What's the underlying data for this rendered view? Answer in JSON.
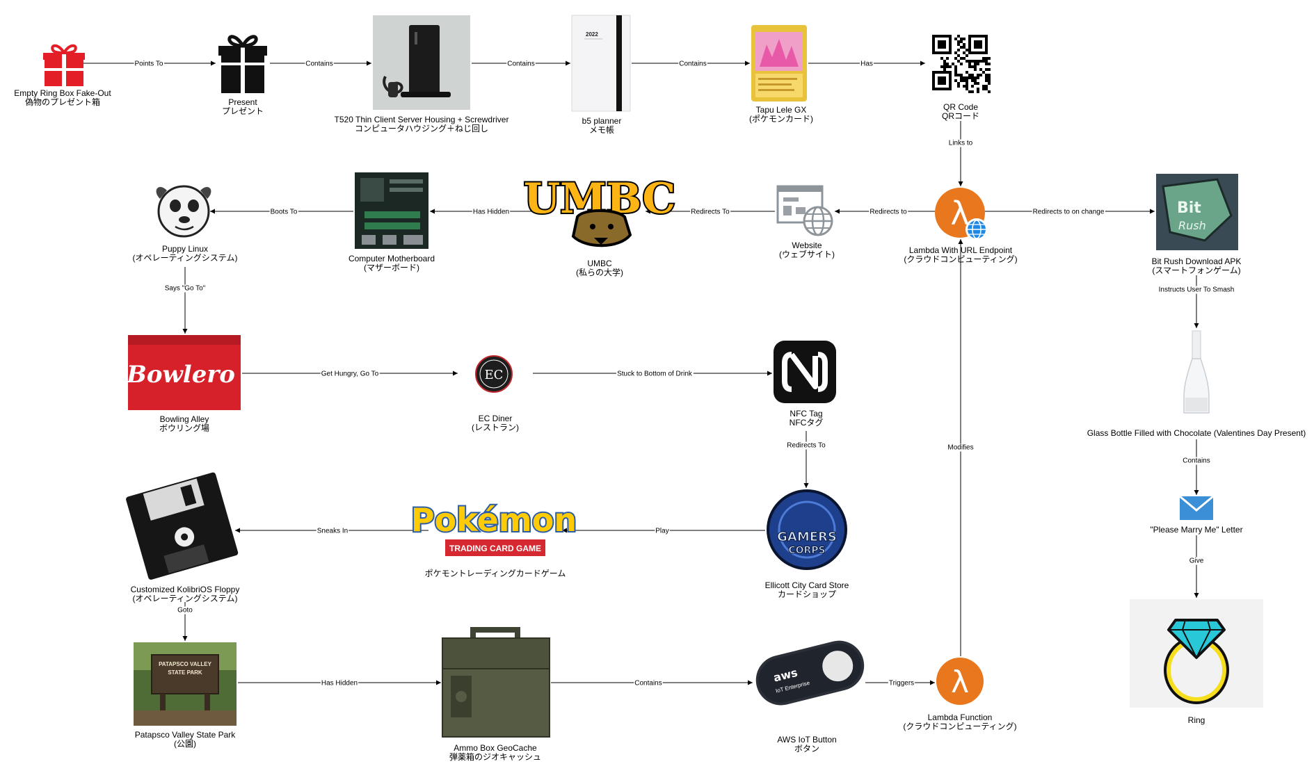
{
  "nodes": {
    "giftbox": {
      "label1": "Empty Ring Box Fake-Out",
      "label2": "偽物のプレゼント箱",
      "icon": "red-gift-icon",
      "color": "#e41e26"
    },
    "present": {
      "label1": "Present",
      "label2": "プレゼント",
      "icon": "black-gift-icon"
    },
    "t520": {
      "label1": "T520 Thin Client Server Housing + Screwdriver",
      "label2": "コンピュータハウジング＋ねじ回し",
      "icon": "thin-client-photo"
    },
    "planner": {
      "label1": "b5 planner",
      "label2": "メモ帳",
      "icon": "planner-photo",
      "cover_text": "2022"
    },
    "tapulele": {
      "label1": "Tapu Lele GX",
      "label2": "(ポケモンカード)",
      "icon": "pokemon-card-photo"
    },
    "qrcode": {
      "label1": "QR Code",
      "label2": "QRコード",
      "icon": "qr-code-icon"
    },
    "lambdaurl": {
      "label1": "Lambda With URL Endpoint",
      "label2": "(クラウドコンピューティング)",
      "icon": "lambda-globe-icon",
      "color": "#e8771e"
    },
    "website": {
      "label1": "Website",
      "label2": "(ウェブサイト)",
      "icon": "website-icon"
    },
    "umbc": {
      "label1": "UMBC",
      "label2": "(私らの大学)",
      "icon": "umbc-logo",
      "logo_text": "UMBC",
      "color": "#fdb515"
    },
    "motherboard": {
      "label1": "Computer Motherboard",
      "label2": "(マザーボード)",
      "icon": "motherboard-photo"
    },
    "puppy": {
      "label1": "Puppy Linux",
      "label2": "(オペレーティングシステム)",
      "icon": "puppy-linux-logo"
    },
    "bitrush": {
      "label1": "Bit Rush Download APK",
      "label2": "(スマートフォンゲーム)",
      "icon": "bit-rush-logo",
      "logo_text1": "Bit",
      "logo_text2": "Rush"
    },
    "bowling": {
      "label1": "Bowling Alley",
      "label2": "ボウリング場",
      "icon": "bowlero-sign",
      "logo_text": "Bowlero"
    },
    "ecdiner": {
      "label1": "EC Diner",
      "label2": "(レストラン)",
      "icon": "ec-diner-logo",
      "logo_text": "EC"
    },
    "nfc": {
      "label1": "NFC Tag",
      "label2": "NFCタグ",
      "icon": "nfc-icon"
    },
    "bottle": {
      "label1": "Glass Bottle Filled with Chocolate (Valentines Day Present)",
      "label2": "",
      "icon": "glass-bottle-photo"
    },
    "letter": {
      "label1": "\"Please Marry Me\" Letter",
      "label2": "",
      "icon": "envelope-icon",
      "color": "#3b8fd6"
    },
    "ring": {
      "label1": "Ring",
      "label2": "",
      "icon": "ring-icon"
    },
    "gamers": {
      "label1": "Ellicott City Card Store",
      "label2": "カードショップ",
      "icon": "gamers-corps-logo",
      "logo_text1": "GAMERS",
      "logo_text2": "CORPS"
    },
    "pokemontcg": {
      "label1": "",
      "label2": "ポケモントレーディングカードゲーム",
      "icon": "pokemon-tcg-logo",
      "logo_text1": "Pokémon",
      "logo_text2": "TRADING CARD GAME"
    },
    "floppy": {
      "label1": "Customized KolibriOS Floppy",
      "label2": "(オペレーティングシステム)",
      "icon": "floppy-disk-icon"
    },
    "patapsco": {
      "label1": "Patapsco Valley State Park",
      "label2": "(公園)",
      "icon": "park-sign-photo",
      "sign_text1": "PATAPSCO VALLEY",
      "sign_text2": "STATE PARK"
    },
    "ammobox": {
      "label1": "Ammo Box GeoCache",
      "label2": "弾薬箱のジオキャッシュ",
      "icon": "ammo-box-photo"
    },
    "awsbutton": {
      "label1": "AWS IoT Button",
      "label2": "ボタン",
      "icon": "aws-iot-button-photo",
      "logo_text1": "aws",
      "logo_text2": "IoT Enterprise"
    },
    "lambdafn": {
      "label1": "Lambda Function",
      "label2": "(クラウドコンピューティング)",
      "icon": "lambda-icon",
      "color": "#e8771e"
    }
  },
  "edges": [
    {
      "from": "giftbox",
      "to": "present",
      "label": "Points To"
    },
    {
      "from": "present",
      "to": "t520",
      "label": "Contains"
    },
    {
      "from": "t520",
      "to": "planner",
      "label": "Contains"
    },
    {
      "from": "planner",
      "to": "tapulele",
      "label": "Contains"
    },
    {
      "from": "tapulele",
      "to": "qrcode",
      "label": "Has"
    },
    {
      "from": "qrcode",
      "to": "lambdaurl",
      "label": "Links to"
    },
    {
      "from": "lambdaurl",
      "to": "website",
      "label": "Redirects to"
    },
    {
      "from": "lambdaurl",
      "to": "bitrush",
      "label": "Redirects to on change"
    },
    {
      "from": "website",
      "to": "umbc",
      "label": "Redirects To"
    },
    {
      "from": "umbc",
      "to": "motherboard",
      "label": "Has Hidden"
    },
    {
      "from": "motherboard",
      "to": "puppy",
      "label": "Boots To"
    },
    {
      "from": "puppy",
      "to": "bowling",
      "label": "Says \"Go To\""
    },
    {
      "from": "bowling",
      "to": "ecdiner",
      "label": "Get Hungry, Go To"
    },
    {
      "from": "ecdiner",
      "to": "nfc",
      "label": "Stuck to Bottom of Drink"
    },
    {
      "from": "nfc",
      "to": "gamers",
      "label": "Redirects To"
    },
    {
      "from": "gamers",
      "to": "pokemontcg",
      "label": "Play"
    },
    {
      "from": "pokemontcg",
      "to": "floppy",
      "label": "Sneaks In"
    },
    {
      "from": "floppy",
      "to": "patapsco",
      "label": "Goto"
    },
    {
      "from": "patapsco",
      "to": "ammobox",
      "label": "Has Hidden"
    },
    {
      "from": "ammobox",
      "to": "awsbutton",
      "label": "Contains"
    },
    {
      "from": "awsbutton",
      "to": "lambdafn",
      "label": "Triggers"
    },
    {
      "from": "lambdafn",
      "to": "lambdaurl",
      "label": "Modifies"
    },
    {
      "from": "bitrush",
      "to": "bottle",
      "label": "Instructs User To Smash"
    },
    {
      "from": "bottle",
      "to": "letter",
      "label": "Contains"
    },
    {
      "from": "letter",
      "to": "ring",
      "label": "Give"
    }
  ]
}
